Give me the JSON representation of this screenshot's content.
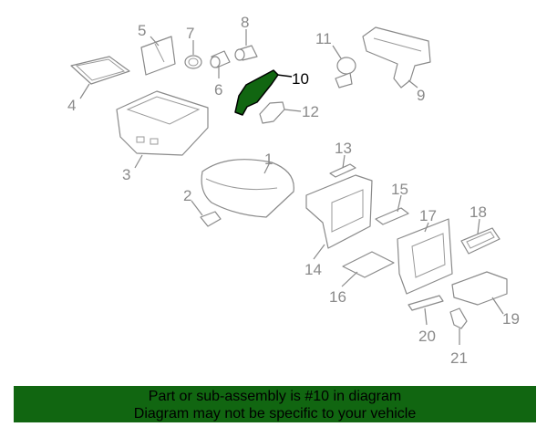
{
  "diagram": {
    "highlight_color": "#116611",
    "callouts": [
      {
        "id": "1",
        "label": "1"
      },
      {
        "id": "2",
        "label": "2"
      },
      {
        "id": "3",
        "label": "3"
      },
      {
        "id": "4",
        "label": "4"
      },
      {
        "id": "5",
        "label": "5"
      },
      {
        "id": "6",
        "label": "6"
      },
      {
        "id": "7",
        "label": "7"
      },
      {
        "id": "8",
        "label": "8"
      },
      {
        "id": "9",
        "label": "9"
      },
      {
        "id": "10",
        "label": "10"
      },
      {
        "id": "11",
        "label": "11"
      },
      {
        "id": "12",
        "label": "12"
      },
      {
        "id": "13",
        "label": "13"
      },
      {
        "id": "14",
        "label": "14"
      },
      {
        "id": "15",
        "label": "15"
      },
      {
        "id": "16",
        "label": "16"
      },
      {
        "id": "17",
        "label": "17"
      },
      {
        "id": "18",
        "label": "18"
      },
      {
        "id": "19",
        "label": "19"
      },
      {
        "id": "20",
        "label": "20"
      },
      {
        "id": "21",
        "label": "21"
      }
    ]
  },
  "banner": {
    "line1": "Part or sub-assembly is #10 in diagram",
    "line2": "Diagram may not be specific to your vehicle"
  }
}
